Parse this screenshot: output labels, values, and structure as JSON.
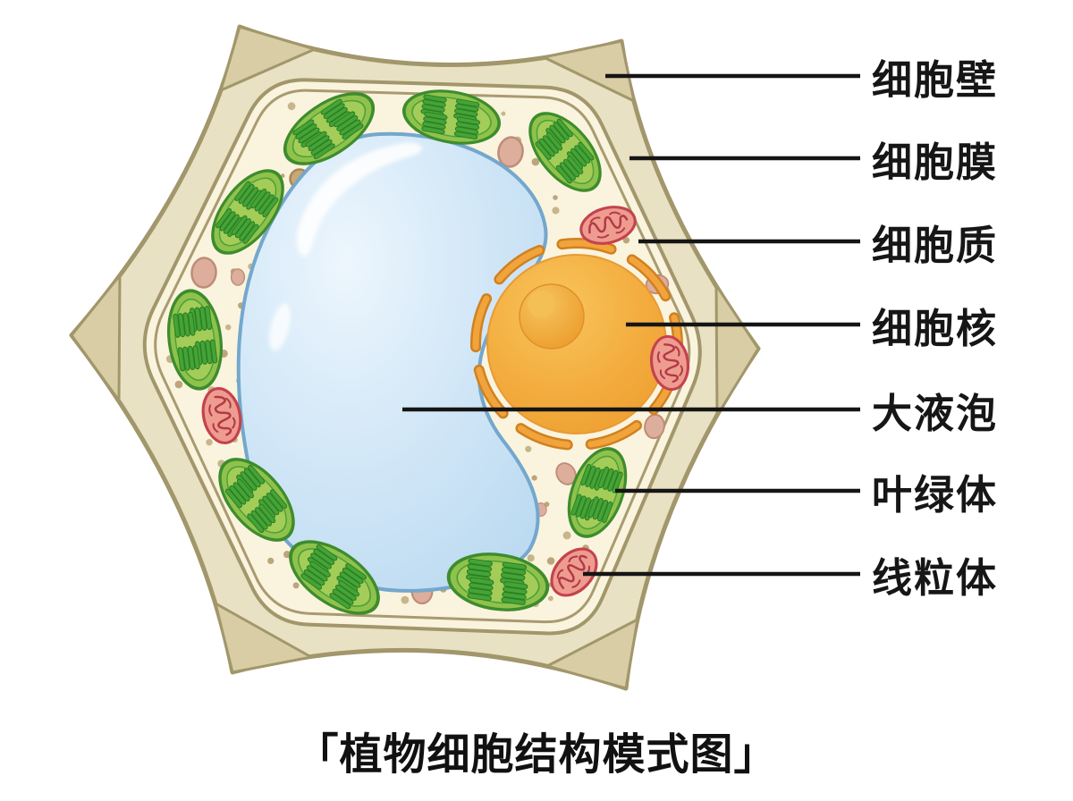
{
  "title": "「植物细胞结构模式图」",
  "labels": [
    "细胞壁",
    "细胞膜",
    "细胞质",
    "细胞核",
    "大液泡",
    "叶绿体",
    "线粒体"
  ],
  "colors": {
    "background": "#FFFFFF",
    "cell_wall_fill": "#E9E1C3",
    "cell_wall_edge": "#A2966B",
    "wall_junction_fill": "#D9CDA6",
    "cytoplasm_fill": "#FAF4DE",
    "stipple_dot": "#B7A175",
    "vacuole_fill": "#CFE5F6",
    "vacuole_edge": "#74A7CD",
    "nucleus_fill": "#F3AB3F",
    "nucleus_envelope": "#D0811F",
    "nucleolus_fill": "#EDA02F",
    "chloroplast_fill": "#97C653",
    "chloroplast_edge": "#3D8C2D",
    "granum_fill": "#44A437",
    "mitochondrion_fill": "#EE9C90",
    "mitochondrion_edge": "#C4424E",
    "vesicle_fill": "#DCAE9B",
    "leader_line": "#151515",
    "label_text": "#161616"
  }
}
